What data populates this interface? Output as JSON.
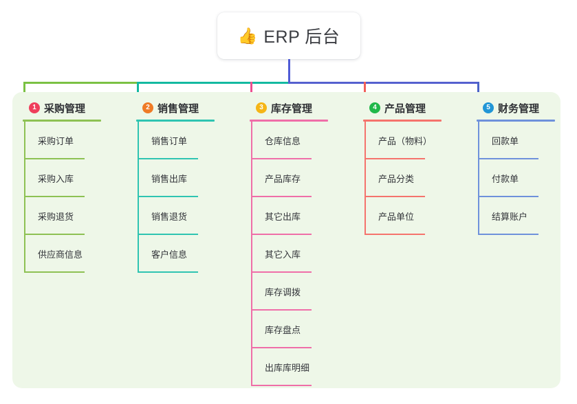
{
  "diagram": {
    "type": "mindmap",
    "root": {
      "icon": "thumbs-up-icon",
      "icon_glyph": "👍",
      "title": "ERP 后台"
    },
    "panel_color": "#eef7e8",
    "root_stem_color": "#4f5bd5",
    "bus": {
      "left_segment_color": "#7ac143",
      "mid_segment_color": "#13b9a0",
      "right_segment_color": "#5560cf"
    },
    "categories": [
      {
        "index": "1",
        "label": "采购管理",
        "badge_color": "#ef3f5c",
        "line_color": "#8dc153",
        "drop_color": "#7ac143",
        "items": [
          "采购订单",
          "采购入库",
          "采购退货",
          "供应商信息"
        ]
      },
      {
        "index": "2",
        "label": "销售管理",
        "badge_color": "#ef7b26",
        "line_color": "#2ec4b1",
        "drop_color": "#13b9a0",
        "items": [
          "销售订单",
          "销售出库",
          "销售退货",
          "客户信息"
        ]
      },
      {
        "index": "3",
        "label": "库存管理",
        "badge_color": "#f5b516",
        "line_color": "#ef6ea8",
        "drop_color": "#ee4e8f",
        "items": [
          "仓库信息",
          "产品库存",
          "其它出库",
          "其它入库",
          "库存调拨",
          "库存盘点",
          "出库库明细"
        ]
      },
      {
        "index": "4",
        "label": "产品管理",
        "badge_color": "#20b84a",
        "line_color": "#f5736c",
        "drop_color": "#f25f59",
        "items": [
          "产品（物料）",
          "产品分类",
          "产品单位"
        ]
      },
      {
        "index": "5",
        "label": "财务管理",
        "badge_color": "#2196d6",
        "line_color": "#6e91db",
        "drop_color": "#4a63c8",
        "items": [
          "回款单",
          "付款单",
          "结算账户"
        ]
      }
    ]
  }
}
